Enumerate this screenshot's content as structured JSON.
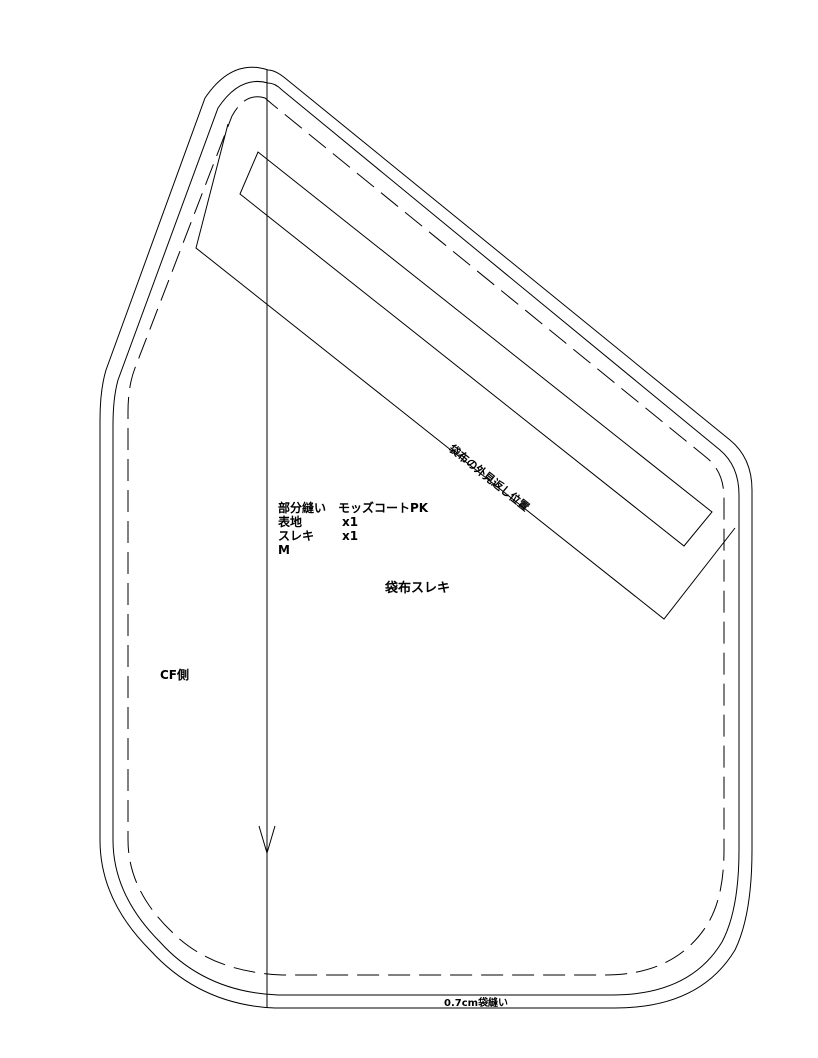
{
  "pattern_info": {
    "title": "部分縫い　モッズコートPK",
    "rows": [
      {
        "label": "表地",
        "qty": "x1"
      },
      {
        "label": "スレキ",
        "qty": "x1"
      }
    ],
    "size": "M"
  },
  "piece_name": "袋布スレキ",
  "labels": {
    "cf_side": "CF側",
    "stitch_note": "0.7cm袋縫い",
    "placement_note": "袋布の外見返し位置"
  },
  "colors": {
    "line": "#000000",
    "background": "#ffffff"
  }
}
